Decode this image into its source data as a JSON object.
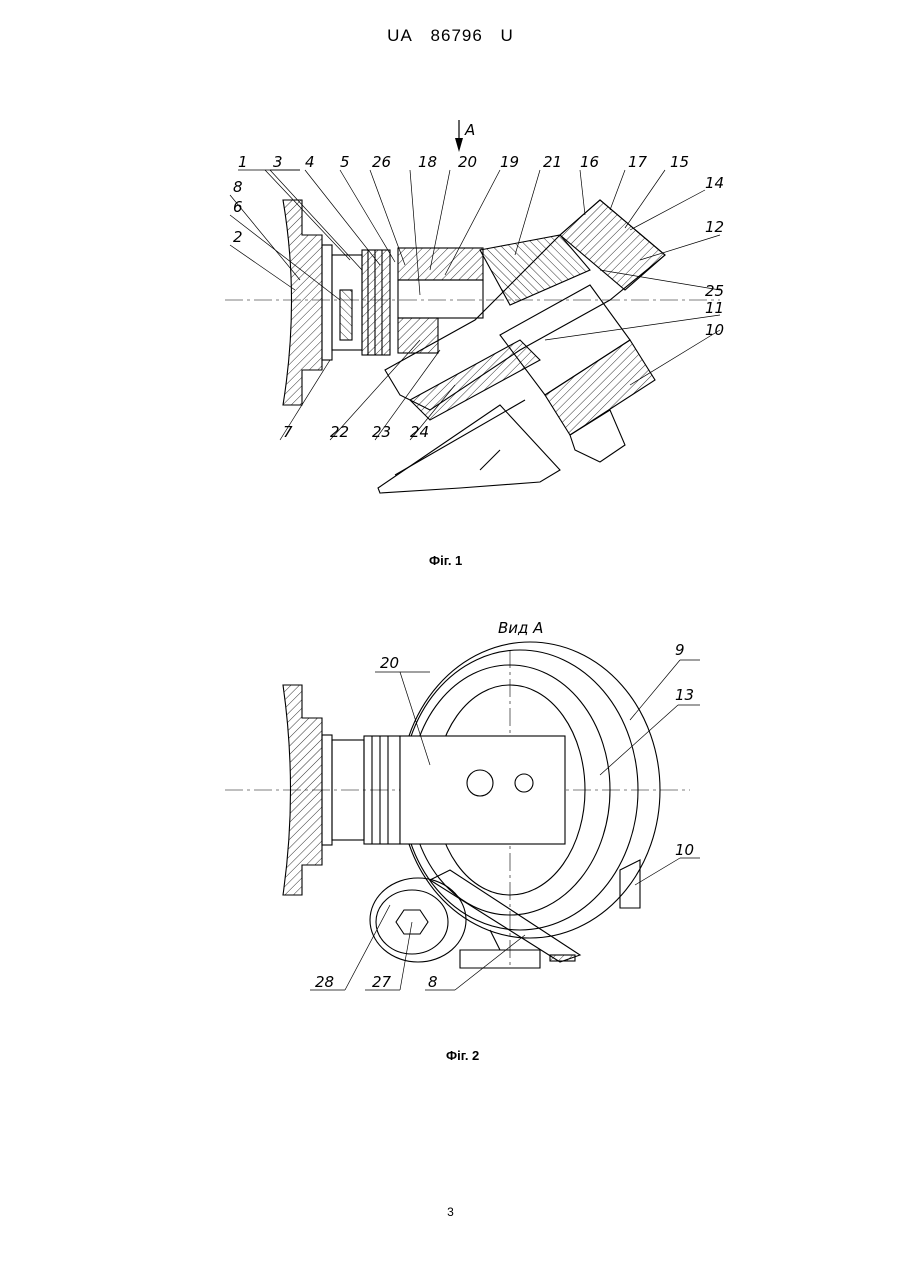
{
  "header": {
    "office": "UA",
    "number": "86796",
    "kind": "U"
  },
  "figure1": {
    "caption": "Фіг. 1",
    "view_arrow_label": "A",
    "labels": [
      "1",
      "3",
      "4",
      "5",
      "26",
      "18",
      "20",
      "19",
      "21",
      "16",
      "17",
      "15",
      "14",
      "12",
      "25",
      "11",
      "10",
      "8",
      "6",
      "2",
      "7",
      "22",
      "23",
      "24"
    ]
  },
  "figure2": {
    "caption": "Фіг. 2",
    "view_title": "Вид А",
    "labels": [
      "20",
      "9",
      "13",
      "10",
      "28",
      "27",
      "8"
    ]
  },
  "page_number": "3"
}
